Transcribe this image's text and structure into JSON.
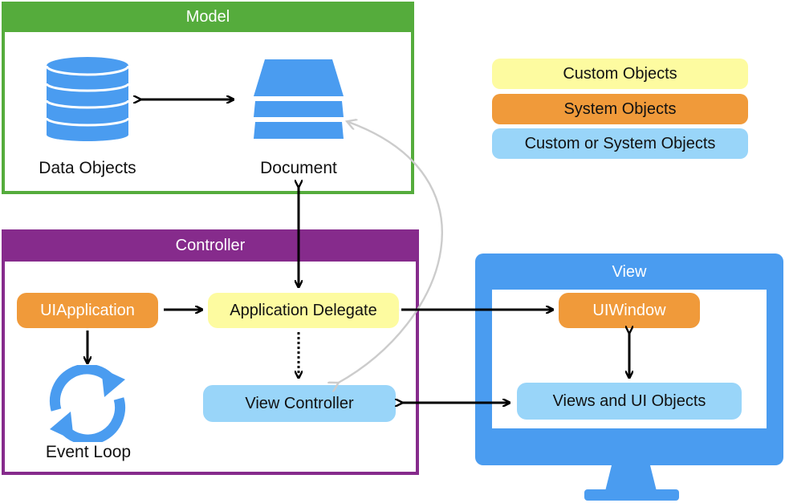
{
  "model": {
    "title": "Model",
    "data_objects": "Data Objects",
    "document": "Document"
  },
  "controller": {
    "title": "Controller",
    "uiapplication": "UIApplication",
    "app_delegate": "Application Delegate",
    "view_controller": "View Controller",
    "event_loop": "Event Loop"
  },
  "view": {
    "title": "View",
    "uiwindow": "UIWindow",
    "views_ui_objects": "Views and UI Objects"
  },
  "legend": {
    "custom": "Custom Objects",
    "system": "System Objects",
    "custom_or_system": "Custom or System Objects"
  },
  "colors": {
    "model": "#55ac3c",
    "controller": "#862b8c",
    "view": "#4a9cf0",
    "system_objects": "#f09a3a",
    "custom_objects": "#fdfba0",
    "custom_or_system_objects": "#99d5f9"
  }
}
